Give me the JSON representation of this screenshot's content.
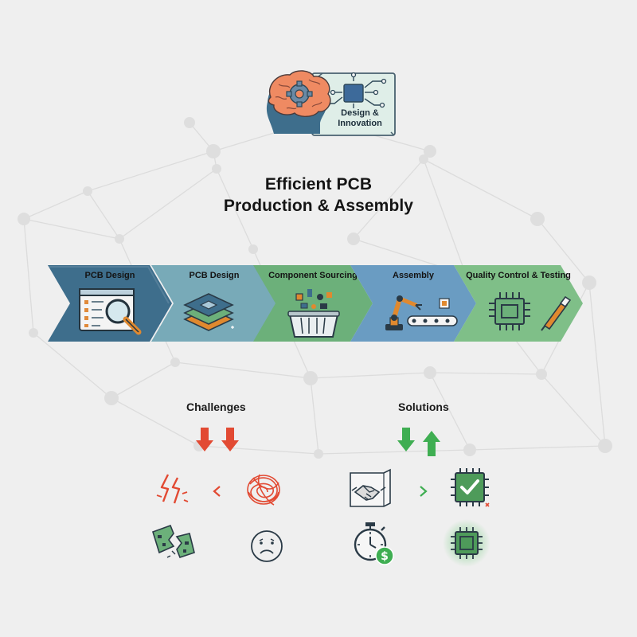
{
  "header": {
    "badge_line_1": "Design &",
    "badge_line_2": "Innovation",
    "title_line_1": "Efficient PCB",
    "title_line_2": "Production & Assembly"
  },
  "process": {
    "steps": [
      {
        "label": "PCB Design",
        "color": "#3e6e8c",
        "icon": "magnifier-screen-icon"
      },
      {
        "label": "PCB Design",
        "color": "#78aab8",
        "icon": "layer-stack-icon"
      },
      {
        "label": "Component Sourcing",
        "color": "#6cb07a",
        "icon": "component-basket-icon"
      },
      {
        "label": "Assembly",
        "color": "#6a9cc2",
        "icon": "robot-arm-conveyor-icon"
      },
      {
        "label": "Quality Control & Testing",
        "color": "#7fbf88",
        "icon": "chip-probe-icon"
      }
    ]
  },
  "challenges": {
    "heading": "Challenges",
    "arrow_color": "#e24a33",
    "icons": [
      "broken-lightning-icon",
      "tangled-wires-icon",
      "broken-board-icon",
      "sad-face-icon"
    ]
  },
  "solutions": {
    "heading": "Solutions",
    "arrow_color": "#3fae52",
    "icons": [
      "handshake-icon",
      "verified-chip-icon",
      "stopwatch-dollar-icon",
      "glowing-chip-icon"
    ]
  }
}
